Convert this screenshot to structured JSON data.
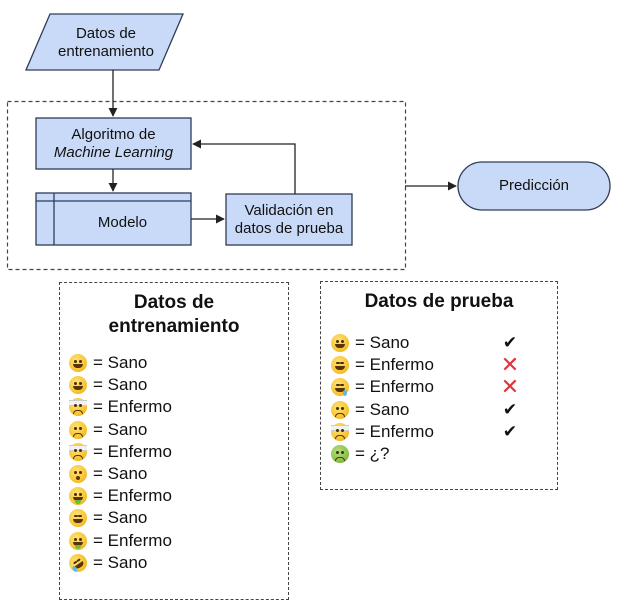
{
  "flowchart": {
    "input_node": {
      "line1": "Datos de",
      "line2": "entrenamiento"
    },
    "algorithm_node": {
      "line1": "Algoritmo de",
      "line2": "Machine Learning"
    },
    "model_node": {
      "label": "Modelo"
    },
    "validation_node": {
      "line1": "Validación en",
      "line2": "datos de prueba"
    },
    "prediction_node": {
      "label": "Predicción"
    }
  },
  "training_panel": {
    "title_line1": "Datos de",
    "title_line2": "entrenamiento",
    "rows": [
      {
        "emoji": "grinning-face",
        "text": "= Sano"
      },
      {
        "emoji": "grinning-face",
        "text": "= Sano"
      },
      {
        "emoji": "face-with-head-bandage",
        "text": "= Enfermo"
      },
      {
        "emoji": "slightly-frowning-face",
        "text": "= Sano"
      },
      {
        "emoji": "face-with-head-bandage",
        "text": "= Enfermo"
      },
      {
        "emoji": "kissing-face",
        "text": "= Sano"
      },
      {
        "emoji": "face-vomiting",
        "text": "= Enfermo"
      },
      {
        "emoji": "grinning-squinting-face",
        "text": "= Sano"
      },
      {
        "emoji": "face-vomiting",
        "text": "= Enfermo"
      },
      {
        "emoji": "rolling-on-floor-laughing-face",
        "text": "= Sano"
      }
    ]
  },
  "test_panel": {
    "title": "Datos de prueba",
    "rows": [
      {
        "emoji": "grinning-face",
        "text": "= Sano",
        "status": "correct"
      },
      {
        "emoji": "grinning-squinting-face",
        "text": "= Enfermo",
        "status": "incorrect"
      },
      {
        "emoji": "drooling-face",
        "text": "= Enfermo",
        "status": "incorrect"
      },
      {
        "emoji": "slightly-frowning-face",
        "text": "= Sano",
        "status": "correct"
      },
      {
        "emoji": "face-with-head-bandage",
        "text": "= Enfermo",
        "status": "correct"
      },
      {
        "emoji": "nauseated-face",
        "text": "= ¿?",
        "status": "unknown"
      }
    ]
  },
  "symbols": {
    "check": "✔",
    "cross": "✕"
  },
  "colors": {
    "node_fill": "#c9daf8",
    "node_stroke": "#2d3d55",
    "cross_red": "#e0343c"
  }
}
